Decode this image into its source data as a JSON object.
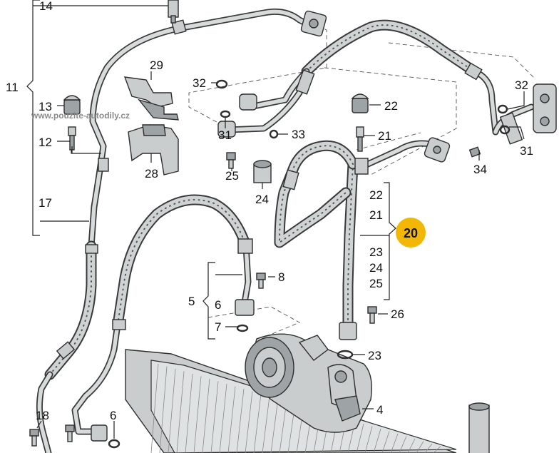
{
  "watermark": "www.pouzite-autodily.cz",
  "highlight": {
    "label": "20",
    "color": "#f2b705"
  },
  "labels": {
    "p14": "14",
    "p11": "11",
    "p13": "13",
    "p12": "12",
    "p17": "17",
    "p29": "29",
    "p28": "28",
    "p32a": "32",
    "p31a": "31",
    "p33": "33",
    "p25a": "25",
    "p24a": "24",
    "p22a": "22",
    "p21a": "21",
    "p32b": "32",
    "p31b": "31",
    "p34": "34",
    "g22": "22",
    "g21": "21",
    "g23": "23",
    "g24": "24",
    "g25": "25",
    "p8": "8",
    "p5": "5",
    "p6a": "6",
    "p7": "7",
    "p26": "26",
    "p23": "23",
    "p4": "4",
    "p18": "18",
    "p6b": "6"
  },
  "colors": {
    "hose": "#cfd3d4",
    "outline": "#3a3a3a",
    "highlight": "#f2b705"
  }
}
